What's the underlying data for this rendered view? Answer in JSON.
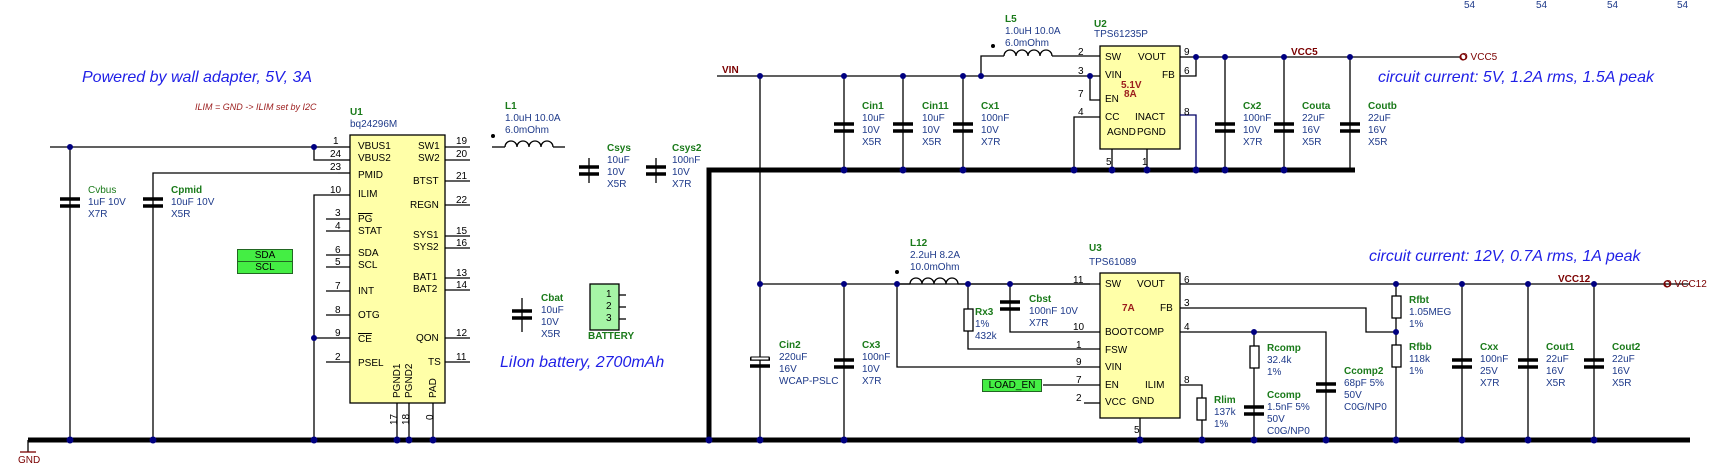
{
  "notes": {
    "wall_adapter": "Powered by wall adapter, 5V, 3A",
    "ilim_note": "ILIM = GND -> ILIM set by I2C",
    "battery": "LiIon battery, 2700mAh",
    "vcc5_current": "circuit current: 5V, 1.2A rms, 1.5A peak",
    "vcc12_current": "circuit current: 12V, 0.7A rms, 1A peak"
  },
  "page_markers": [
    "54",
    "54",
    "54",
    "54"
  ],
  "nets": {
    "gnd": "GND",
    "vin": "VIN",
    "vcc5": "VCC5",
    "vcc5_port": "O VCC5",
    "vcc12": "VCC12",
    "vcc12_port": "O VCC12"
  },
  "tags": {
    "sda": "SDA",
    "scl": "SCL",
    "load_en": "LOAD_EN"
  },
  "u1": {
    "ref": "U1",
    "part": "bq24296M",
    "left_pins": [
      {
        "num": "1",
        "name": "VBUS1"
      },
      {
        "num": "24",
        "name": "VBUS2"
      },
      {
        "num": "23",
        "name": "PMID"
      },
      {
        "num": "10",
        "name": "ILIM"
      },
      {
        "num": "3",
        "name": "PG"
      },
      {
        "num": "4",
        "name": "STAT"
      },
      {
        "num": "6",
        "name": "SDA"
      },
      {
        "num": "5",
        "name": "SCL"
      },
      {
        "num": "7",
        "name": "INT"
      },
      {
        "num": "8",
        "name": "OTG"
      },
      {
        "num": "9",
        "name": "CE"
      },
      {
        "num": "2",
        "name": "PSEL"
      }
    ],
    "right_pins": [
      {
        "num": "19",
        "name": "SW1"
      },
      {
        "num": "20",
        "name": "SW2"
      },
      {
        "num": "21",
        "name": "BTST"
      },
      {
        "num": "22",
        "name": "REGN"
      },
      {
        "num": "15",
        "name": "SYS1"
      },
      {
        "num": "16",
        "name": "SYS2"
      },
      {
        "num": "13",
        "name": "BAT1"
      },
      {
        "num": "14",
        "name": "BAT2"
      },
      {
        "num": "12",
        "name": "QON"
      },
      {
        "num": "11",
        "name": "TS"
      }
    ],
    "bottom_pins": [
      {
        "num": "17",
        "name": "PGND1"
      },
      {
        "num": "18",
        "name": "PGND2"
      },
      {
        "num": "0",
        "name": "PAD"
      }
    ]
  },
  "u2": {
    "ref": "U2",
    "part": "TPS61235P",
    "rating_v": "5.1V",
    "rating_a": "8A",
    "left_pins": [
      {
        "num": "2",
        "name": "SW"
      },
      {
        "num": "3",
        "name": "VIN"
      },
      {
        "num": "7",
        "name": "EN"
      },
      {
        "num": "4",
        "name": "CC"
      }
    ],
    "right_pins": [
      {
        "num": "9",
        "name": "VOUT"
      },
      {
        "num": "6",
        "name": "FB"
      },
      {
        "num": "8",
        "name": "INACT"
      }
    ],
    "bottom_labels": [
      "AGND",
      "PGND"
    ],
    "bottom_pins": [
      "5",
      "1"
    ]
  },
  "u3": {
    "ref": "U3",
    "part": "TPS61089",
    "rating_a": "7A",
    "left_pins": [
      {
        "num": "11",
        "name": "SW"
      },
      {
        "num": "10",
        "name": "BOOT"
      },
      {
        "num": "1",
        "name": "FSW"
      },
      {
        "num": "9",
        "name": "VIN"
      },
      {
        "num": "7",
        "name": "EN"
      },
      {
        "num": "2",
        "name": "VCC"
      }
    ],
    "right_pins": [
      {
        "num": "6",
        "name": "VOUT"
      },
      {
        "num": "3",
        "name": "FB"
      },
      {
        "num": "4",
        "name": "COMP"
      },
      {
        "num": "8",
        "name": "ILIM"
      }
    ],
    "bottom_label": "GND",
    "bottom_pin": "5"
  },
  "battery": {
    "name": "BATTERY",
    "pins": [
      "1",
      "2",
      "3"
    ]
  },
  "components": {
    "cvbus": {
      "ref": "Cvbus",
      "l1": "1uF   10V",
      "l2": "X7R"
    },
    "cpmid": {
      "ref": "Cpmid",
      "l1": "10uF   10V",
      "l2": "X5R"
    },
    "l1": {
      "ref": "L1",
      "l1": "1.0uH    10.0A",
      "l2": "6.0mOhm"
    },
    "csys": {
      "ref": "Csys",
      "l1": "10uF",
      "l2": "10V",
      "l3": "X5R"
    },
    "csys2": {
      "ref": "Csys2",
      "l1": "100nF",
      "l2": "10V",
      "l3": "X7R"
    },
    "cbat": {
      "ref": "Cbat",
      "l1": "10uF",
      "l2": "10V",
      "l3": "X5R"
    },
    "l5": {
      "ref": "L5",
      "l1": "1.0uH    10.0A",
      "l2": "6.0mOhm"
    },
    "cin1": {
      "ref": "Cin1",
      "l1": "10uF",
      "l2": "10V",
      "l3": "X5R"
    },
    "cin11": {
      "ref": "Cin11",
      "l1": "10uF",
      "l2": "10V",
      "l3": "X5R"
    },
    "cx1": {
      "ref": "Cx1",
      "l1": "100nF",
      "l2": "10V",
      "l3": "X7R"
    },
    "cx2": {
      "ref": "Cx2",
      "l1": "100nF",
      "l2": "10V",
      "l3": "X7R"
    },
    "couta": {
      "ref": "Couta",
      "l1": "22uF",
      "l2": "16V",
      "l3": "X5R"
    },
    "coutb": {
      "ref": "Coutb",
      "l1": "22uF",
      "l2": "16V",
      "l3": "X5R"
    },
    "l12": {
      "ref": "L12",
      "l1": "2.2uH     8.2A",
      "l2": "10.0mOhm"
    },
    "rx3": {
      "ref": "Rx3",
      "l1": "1%",
      "l2": "432k"
    },
    "cbst": {
      "ref": "Cbst",
      "l1": "100nF  10V",
      "l2": "X7R"
    },
    "cin2": {
      "ref": "Cin2",
      "l1": "220uF",
      "l2": "16V",
      "l3": "WCAP-PSLC"
    },
    "cx3": {
      "ref": "Cx3",
      "l1": "100nF",
      "l2": "10V",
      "l3": "X7R"
    },
    "rlim": {
      "ref": "Rlim",
      "l1": "137k",
      "l2": "1%"
    },
    "rcomp": {
      "ref": "Rcomp",
      "l1": "32.4k",
      "l2": "1%"
    },
    "ccomp": {
      "ref": "Ccomp",
      "l1": "1.5nF  5%",
      "l2": "50V",
      "l3": "C0G/NP0"
    },
    "ccomp2": {
      "ref": "Ccomp2",
      "l1": "68pF   5%",
      "l2": "50V",
      "l3": "C0G/NP0"
    },
    "rfbt": {
      "ref": "Rfbt",
      "l1": "1.05MEG",
      "l2": "1%"
    },
    "rfbb": {
      "ref": "Rfbb",
      "l1": "118k",
      "l2": "1%"
    },
    "cxx": {
      "ref": "Cxx",
      "l1": "100nF",
      "l2": "25V",
      "l3": "X7R"
    },
    "cout1": {
      "ref": "Cout1",
      "l1": "22uF",
      "l2": "16V",
      "l3": "X5R"
    },
    "cout2": {
      "ref": "Cout2",
      "l1": "22uF",
      "l2": "16V",
      "l3": "X5R"
    }
  }
}
